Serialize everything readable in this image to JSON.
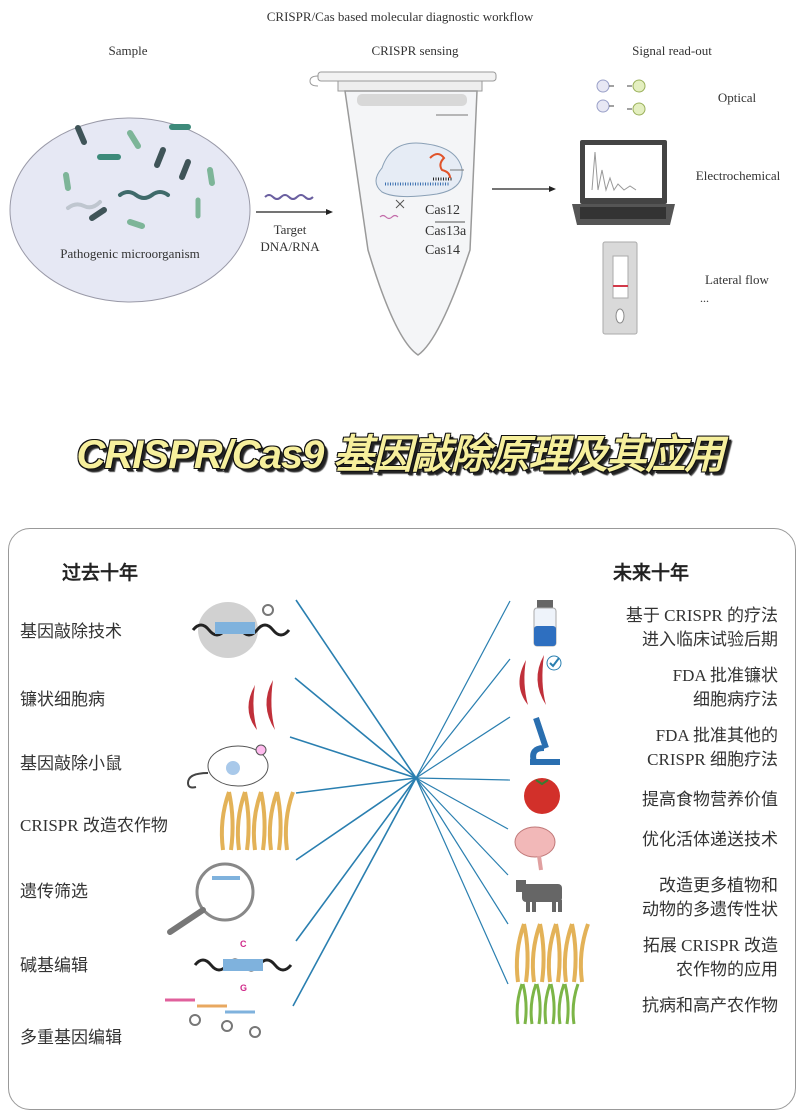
{
  "workflow": {
    "title": "CRISPR/Cas based molecular  diagnostic workflow",
    "sample": {
      "heading": "Sample",
      "caption": "Pathogenic microorganism"
    },
    "target": {
      "line1": "Target",
      "line2": "DNA/RNA"
    },
    "sensing": {
      "heading": "CRISPR sensing",
      "cas": [
        "Cas12",
        "Cas13a",
        "Cas14"
      ]
    },
    "readout": {
      "heading": "Signal read-out",
      "methods": [
        "Optical",
        "Electrochemical",
        "Lateral flow"
      ],
      "more": "..."
    }
  },
  "main_title": "CRISPR/Cas9 基因敲除原理及其应用",
  "decade": {
    "past_heading": "过去十年",
    "future_heading": "未来十年",
    "past": [
      {
        "label": "基因敲除技术",
        "icon": "crispr-dna-icon"
      },
      {
        "label": "镰状细胞病",
        "icon": "sickle-cell-icon"
      },
      {
        "label": "基因敲除小鼠",
        "icon": "mouse-icon"
      },
      {
        "label": "CRISPR 改造农作物",
        "icon": "wheat-icon"
      },
      {
        "label": "遗传筛选",
        "icon": "magnifier-icon"
      },
      {
        "label": "碱基编辑",
        "icon": "base-edit-dna-icon"
      },
      {
        "label": "多重基因编辑",
        "icon": "multiplex-icon"
      }
    ],
    "future": [
      {
        "line1": "基于 CRISPR 的疗法",
        "line2": "进入临床试验后期",
        "icon": "vial-icon"
      },
      {
        "line1": "FDA 批准镰状",
        "line2": "细胞病疗法",
        "icon": "sickle-cell-check-icon"
      },
      {
        "line1": "FDA 批准其他的",
        "line2": "CRISPR 细胞疗法",
        "icon": "microscope-icon"
      },
      {
        "line1": "提高食物营养价值",
        "line2": "",
        "icon": "tomato-icon"
      },
      {
        "line1": "优化活体递送技术",
        "line2": "",
        "icon": "brain-icon"
      },
      {
        "line1": "改造更多植物和",
        "line2": "动物的多遗传性状",
        "icon": "cow-icon"
      },
      {
        "line1": "拓展 CRISPR 改造",
        "line2": "农作物的应用",
        "icon": "wheat-icon"
      },
      {
        "line1": "抗病和高产农作物",
        "line2": "",
        "icon": "green-crop-icon"
      }
    ],
    "line_color": "#2a7fb0"
  }
}
